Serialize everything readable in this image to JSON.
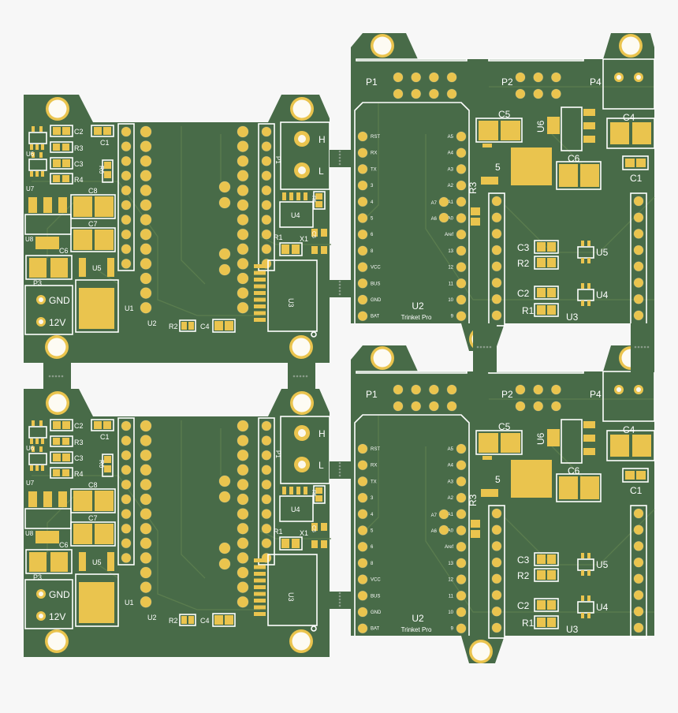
{
  "colors": {
    "background": "#f7f7f7",
    "board": "#486b48",
    "copper_pad": "#eac44e",
    "silkscreen": "#ffffff",
    "trace": "#5b7d4f"
  },
  "left_board": {
    "labels": {
      "c2": "C2",
      "r3": "R3",
      "c3": "C3",
      "r4": "R4",
      "u6": "U6",
      "u7": "U7",
      "c1": "C1",
      "r6": "R6",
      "c8": "C8",
      "c7": "C7",
      "u8": "U8",
      "c6": "C6",
      "u5": "U5",
      "p3": "P3",
      "gnd": "GND",
      "v12": "12V",
      "u1": "U1",
      "u2": "U2",
      "r2": "R2",
      "c4": "C4",
      "u4": "U4",
      "r5": "R5",
      "r1": "R1",
      "x1": "X1",
      "c5": "C5",
      "u3": "U3",
      "h": "H",
      "l": "L",
      "p1": "P1"
    }
  },
  "right_board": {
    "labels": {
      "p1": "P1",
      "p2": "P2",
      "p4": "P4",
      "c5": "C5",
      "u6": "U6",
      "c4": "C4",
      "c6": "C6",
      "c1": "C1",
      "r3": "R3",
      "u2": "U2",
      "trinket": "Trinket Pro",
      "c3": "C3",
      "r2": "R2",
      "u5": "U5",
      "c2": "C2",
      "r1": "R1",
      "u4": "U4",
      "u3": "U3",
      "five": "5",
      "a7": "A7",
      "a6": "A6"
    },
    "left_pins": [
      "RST",
      "RX",
      "TX",
      "3",
      "4",
      "5",
      "6",
      "8",
      "VCC",
      "BUS",
      "GND",
      "BAT"
    ],
    "right_pins": [
      "A5",
      "A4",
      "A3",
      "A2",
      "A1",
      "A0",
      "Aref",
      "13",
      "12",
      "11",
      "10",
      "9"
    ]
  }
}
